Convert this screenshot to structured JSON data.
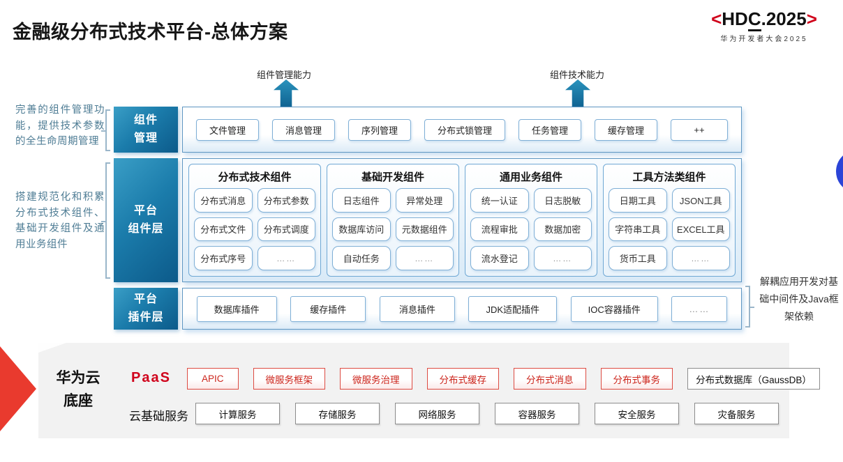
{
  "page": {
    "title": "金融级分布式技术平台-总体方案"
  },
  "logo": {
    "open": "<",
    "text_hd": "HD",
    "text_c": "C",
    "text_rest": ".2025",
    "close": ">",
    "subtitle": "华为开发者大会2025"
  },
  "arrows": [
    {
      "label": "组件管理能力"
    },
    {
      "label": "组件技术能力"
    }
  ],
  "notes": {
    "left": [
      "完善的组件管理功能，提供技术参数的全生命周期管理",
      "搭建规范化和积累分布式技术组件、基础开发组件及通用业务组件"
    ],
    "right": "解耦应用开发对基础中间件及Java框架依赖"
  },
  "rows": {
    "component_mgmt": {
      "label": [
        "组件",
        "管理"
      ],
      "items": [
        "文件管理",
        "消息管理",
        "序列管理",
        "分布式锁管理",
        "任务管理",
        "缓存管理",
        "++"
      ]
    },
    "platform_components": {
      "label": [
        "平台",
        "组件层"
      ],
      "columns": [
        {
          "title": "分布式技术组件",
          "items": [
            "分布式消息",
            "分布式参数",
            "分布式文件",
            "分布式调度",
            "分布式序号",
            "……"
          ]
        },
        {
          "title": "基础开发组件",
          "items": [
            "日志组件",
            "异常处理",
            "数据库访问",
            "元数据组件",
            "自动任务",
            "……"
          ]
        },
        {
          "title": "通用业务组件",
          "items": [
            "统一认证",
            "日志脱敏",
            "流程审批",
            "数据加密",
            "流水登记",
            "……"
          ]
        },
        {
          "title": "工具方法类组件",
          "items": [
            "日期工具",
            "JSON工具",
            "字符串工具",
            "EXCEL工具",
            "货币工具",
            "……"
          ]
        }
      ]
    },
    "platform_plugins": {
      "label": [
        "平台",
        "插件层"
      ],
      "items": [
        "数据库插件",
        "缓存插件",
        "消息插件",
        "JDK适配插件",
        "IOC容器插件",
        "……"
      ]
    }
  },
  "foundation": {
    "label": [
      "华为云",
      "底座"
    ],
    "paas": {
      "label": "PaaS",
      "items": [
        "APIC",
        "微服务框架",
        "微服务治理",
        "分布式缓存",
        "分布式消息",
        "分布式事务"
      ],
      "db_item": "分布式数据库（GaussDB）"
    },
    "iaas": {
      "label": "云基础服务",
      "items": [
        "计算服务",
        "存储服务",
        "网络服务",
        "容器服务",
        "安全服务",
        "灾备服务"
      ]
    }
  },
  "colors": {
    "accent_teal": "#13638f",
    "border_blue": "#6fa8d4",
    "brand_red": "#d0021b",
    "note_text": "#4f7d95",
    "foundation_bg": "#f2f2f2",
    "wedge_red": "#e93a2e",
    "circle_blue": "#2b44d7"
  }
}
